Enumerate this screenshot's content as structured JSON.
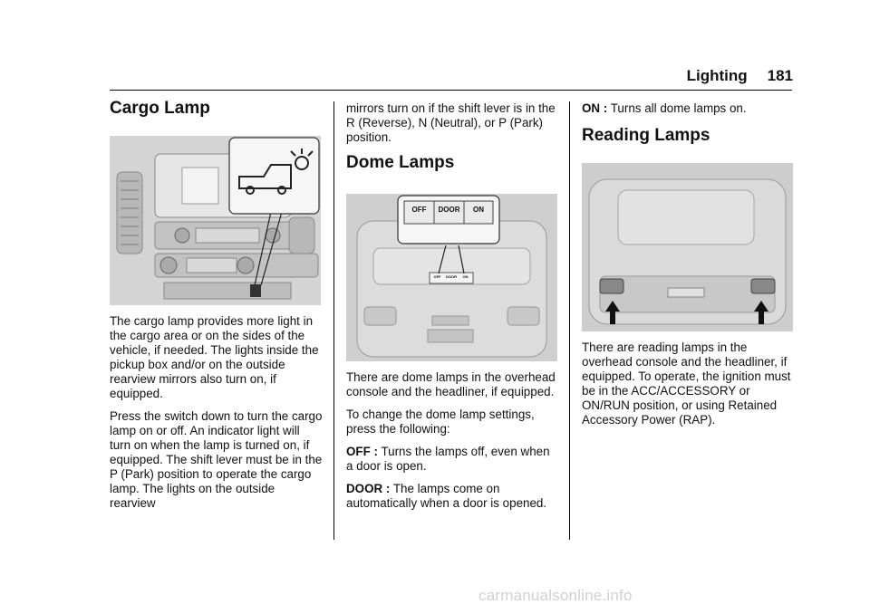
{
  "header": {
    "section": "Lighting",
    "page": "181"
  },
  "col1": {
    "title": "Cargo Lamp",
    "p1": "The cargo lamp provides more light in the cargo area or on the sides of the vehicle, if needed. The lights inside the pickup box and/or on the outside rearview mirrors also turn on, if equipped.",
    "p2": "Press the switch down to turn the cargo lamp on or off. An indicator light will turn on when the lamp is turned on, if equipped. The shift lever must be in the P (Park) position to operate the cargo lamp. The lights on the outside rearview"
  },
  "col2": {
    "p0": "mirrors turn on if the shift lever is in the R (Reverse), N (Neutral), or P (Park) position.",
    "title": "Dome Lamps",
    "switch_labels": [
      "OFF",
      "DOOR",
      "ON"
    ],
    "mini_labels": [
      "OFF",
      "DOOR",
      "ON"
    ],
    "p1": "There are dome lamps in the overhead console and the headliner, if equipped.",
    "p2": "To change the dome lamp settings, press the following:",
    "off_term": "OFF :",
    "off_desc": "Turns the lamps off, even when a door is open.",
    "door_term": "DOOR :",
    "door_desc": "The lamps come on automatically when a door is opened."
  },
  "col3": {
    "on_term": "ON :",
    "on_desc": "Turns all dome lamps on.",
    "title": "Reading Lamps",
    "p1": "There are reading lamps in the overhead console and the headliner, if equipped. To operate, the ignition must be in the ACC/ACCESSORY or ON/RUN position, or using Retained Accessory Power (RAP)."
  },
  "watermark": "carmanualsonline.info"
}
